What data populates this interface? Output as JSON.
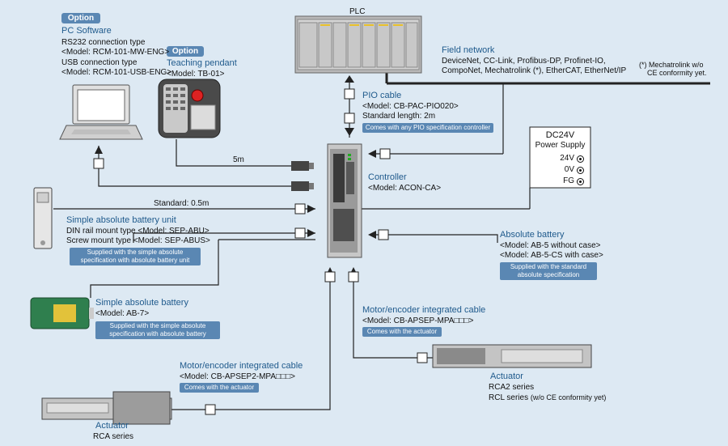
{
  "option_label": "Option",
  "pc_software": {
    "title": "PC Software",
    "rs232_type": "RS232 connection type",
    "rs232_model": "<Model: RCM-101-MW-ENG>",
    "usb_type": "USB connection type",
    "usb_model": "<Model: RCM-101-USB-ENG>"
  },
  "teaching_pendant": {
    "title": "Teaching pendant",
    "model": "<Model: TB-01>"
  },
  "plc": {
    "title": "PLC"
  },
  "field_network": {
    "title": "Field network",
    "line1": "DeviceNet, CC-Link, Profibus-DP, Profinet-IO,",
    "line2": "CompoNet, Mechatrolink (*), EtherCAT, EtherNet/IP",
    "note1": "(*) Mechatrolink w/o",
    "note2": "CE conformity yet."
  },
  "pio_cable": {
    "title": "PIO cable",
    "model": "<Model: CB-PAC-PIO020>",
    "length": "Standard length: 2m",
    "badge": "Comes with any PIO specification controller"
  },
  "power_supply": {
    "title1": "DC24V",
    "title2": "Power Supply",
    "terminals": [
      "24V",
      "0V",
      "FG"
    ]
  },
  "cable_5m": "5m",
  "standard_05m": "Standard: 0.5m",
  "controller": {
    "title": "Controller",
    "model": "<Model: ACON-CA>"
  },
  "battery_unit": {
    "title": "Simple absolute battery unit",
    "din": "DIN rail mount type  <Model: SEP-ABU>",
    "screw": "Screw mount type  <Model: SEP-ABUS>",
    "badge1": "Supplied with the simple absolute",
    "badge2": "specification with absolute battery unit"
  },
  "absolute_battery": {
    "title": "Absolute battery",
    "model1": "<Model: AB-5 without case>",
    "model2": "<Model: AB-5-CS with case>",
    "badge1": "Supplied with the standard",
    "badge2": "absolute specification"
  },
  "simple_battery": {
    "title": "Simple absolute battery",
    "model": "<Model: AB-7>",
    "badge1": "Supplied with the simple absolute",
    "badge2": "specification with absolute battery"
  },
  "cable_right": {
    "title": "Motor/encoder integrated cable",
    "model": "<Model: CB-APSEP-MPA□□□>",
    "badge": "Comes with the actuator"
  },
  "cable_left": {
    "title": "Motor/encoder integrated cable",
    "model": "<Model: CB-APSEP2-MPA□□□>",
    "badge": "Comes with the actuator"
  },
  "actuator_right": {
    "title": "Actuator",
    "series1": "RCA2 series",
    "series2": "RCL series",
    "series2_note": "(w/o CE conformity yet)"
  },
  "actuator_left": {
    "title": "Actuator",
    "series": "RCA series"
  }
}
